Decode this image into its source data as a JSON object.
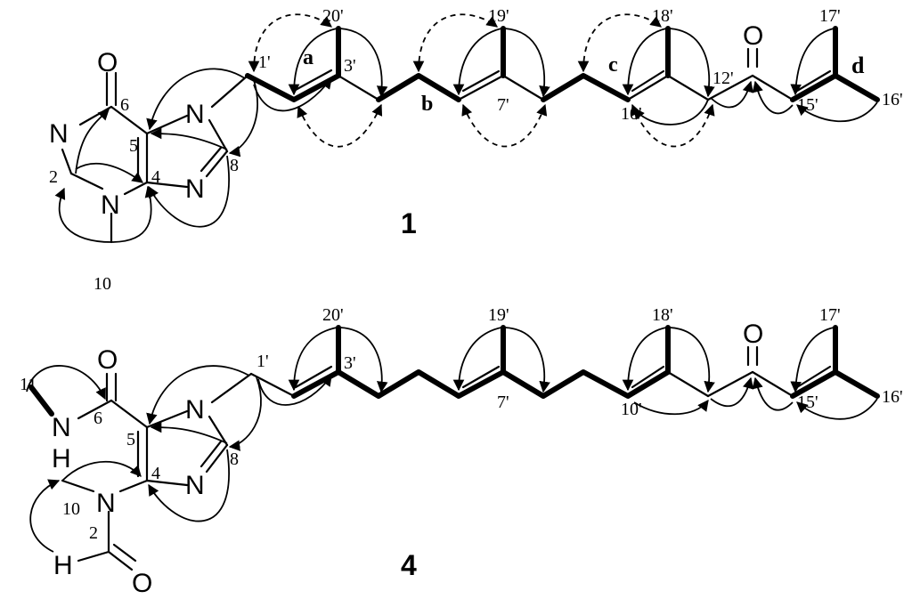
{
  "compounds": [
    {
      "id": "1",
      "labels": {
        "c20": "20'",
        "c19": "19'",
        "c18": "18'",
        "c17": "17'",
        "c16": "16'",
        "c1": "1'",
        "c3": "3'",
        "c7": "7'",
        "c10": "10'",
        "c12": "12'",
        "c15": "15'",
        "p6": "6",
        "p5": "5",
        "p4": "4",
        "p2": "2",
        "p8": "8",
        "p10": "10"
      },
      "atoms": {
        "o_ring": "O",
        "o_chain": "O",
        "n1": "N",
        "n3": "N",
        "n7": "N",
        "n9": "N"
      },
      "segments": [
        "a",
        "b",
        "c",
        "d"
      ]
    },
    {
      "id": "4",
      "labels": {
        "c20": "20'",
        "c19": "19'",
        "c18": "18'",
        "c17": "17'",
        "c16": "16'",
        "c1": "1'",
        "c3": "3'",
        "c7": "7'",
        "c10": "10'",
        "c15": "15'",
        "p11": "11",
        "p6": "6",
        "p5": "5",
        "p4": "4",
        "p2": "2",
        "p8": "8",
        "p10": "10"
      },
      "atoms": {
        "o_ring": "O",
        "o_chain": "O",
        "o_formyl": "O",
        "nh_n": "N",
        "nh_h": "H",
        "n3": "N",
        "n7": "N",
        "n9": "N",
        "h_formyl": "H"
      }
    }
  ]
}
